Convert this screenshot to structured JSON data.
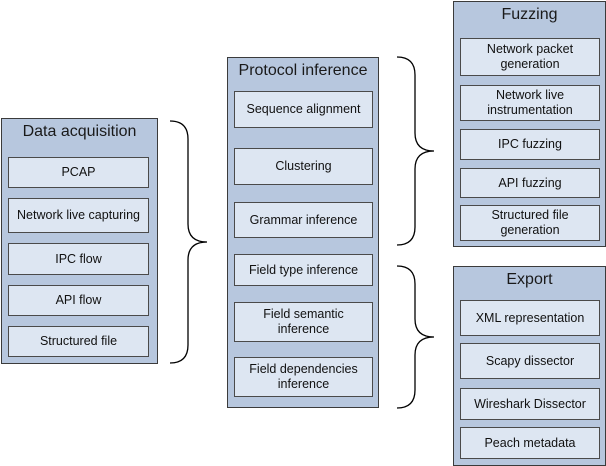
{
  "panels": {
    "data_acquisition": {
      "title": "Data acquisition",
      "items": [
        "PCAP",
        "Network live capturing",
        "IPC flow",
        "API flow",
        "Structured file"
      ]
    },
    "protocol_inference": {
      "title": "Protocol inference",
      "items": [
        "Sequence alignment",
        "Clustering",
        "Grammar inference",
        "Field type inference",
        "Field semantic inference",
        "Field dependencies inference"
      ]
    },
    "fuzzing": {
      "title": "Fuzzing",
      "items": [
        "Network packet generation",
        "Network live instrumentation",
        "IPC fuzzing",
        "API fuzzing",
        "Structured file generation"
      ]
    },
    "export": {
      "title": "Export",
      "items": [
        "XML representation",
        "Scapy dissector",
        "Wireshark Dissector",
        "Peach metadata"
      ]
    }
  }
}
